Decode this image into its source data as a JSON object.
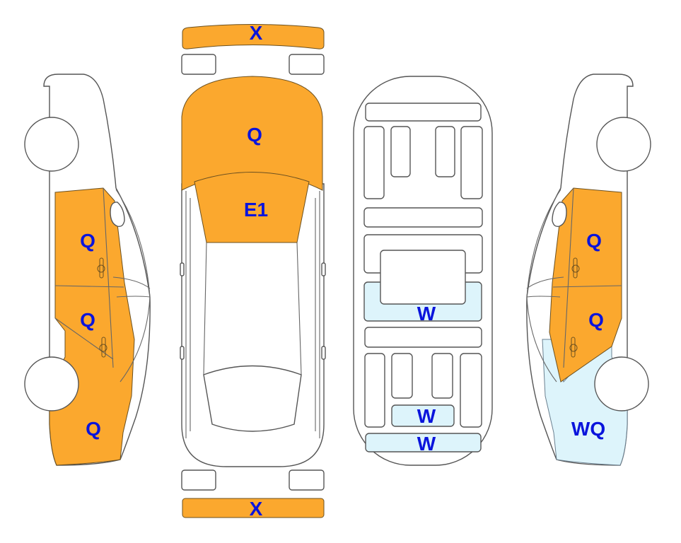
{
  "colors": {
    "damage_orange": "#FBA82E",
    "damage_lightblue": "#DDF4FB",
    "label_blue": "#0A14DC",
    "outline": "#555555"
  },
  "left_view": {
    "front_door": "Q",
    "rear_door": "Q",
    "rear_fender": "Q"
  },
  "top_view": {
    "front_bumper": "X",
    "hood": "Q",
    "windshield": "E1",
    "rear_bumper": "X"
  },
  "floor_view": {
    "middle_panel": "W",
    "rear_small_panel": "W",
    "rear_bar": "W"
  },
  "right_view": {
    "front_door": "Q",
    "rear_door": "Q",
    "rear_fender": "WQ"
  }
}
